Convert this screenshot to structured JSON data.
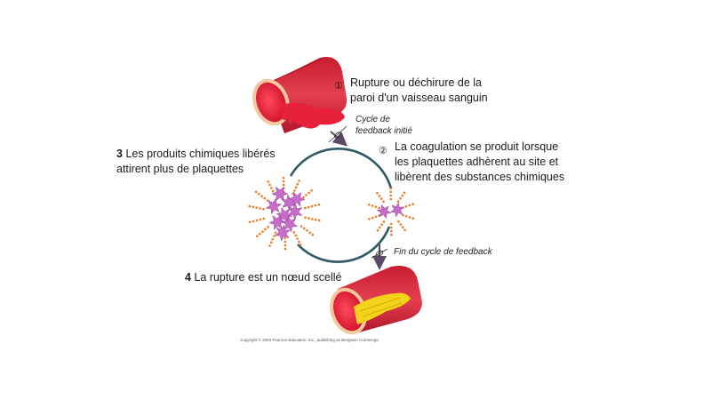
{
  "diagram": {
    "title": "Positive feedback loop: blood clotting",
    "steps": [
      {
        "marker": "①",
        "text_lines": [
          "Rupture ou déchirure de la",
          "paroi d'un vaisseau sanguin"
        ]
      },
      {
        "marker": "②",
        "text_lines": [
          "La coagulation se produit lorsque",
          "les plaquettes adhèrent au site et",
          "libèrent des substances chimiques"
        ]
      },
      {
        "marker": "3",
        "text_lines": [
          "Les produits chimiques libérés",
          "attirent plus de plaquettes"
        ]
      },
      {
        "marker": "4",
        "text_lines": [
          "La rupture est un nœud scellé"
        ]
      }
    ],
    "annotations": {
      "cycle_start": [
        "Cycle de",
        "feedback initié"
      ],
      "cycle_end": "Fin du cycle de feedback"
    },
    "copyright": "Copyright © 2004 Pearson Education, Inc., publishing as Benjamin Cummings.",
    "colors": {
      "vessel": "#d8283a",
      "blood": "#e8203a",
      "platelet": "#c76cc8",
      "chemical_dots": "#f07a1e",
      "loop": "#2e5a63",
      "arrow": "#5a4a66",
      "clot": "#f3d21a"
    }
  }
}
